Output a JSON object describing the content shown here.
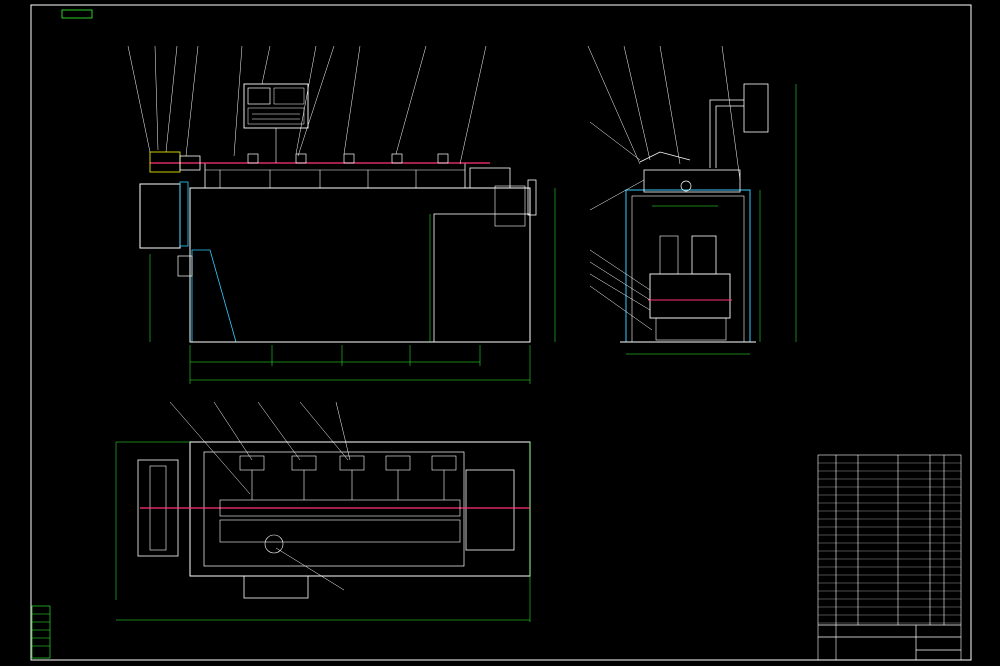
{
  "drawing": {
    "colors": {
      "background": "#000000",
      "outline": "#ffffff",
      "dimension": "#33ff33",
      "axis": "#ff3377",
      "guard": "#33ccff",
      "accent": "#ffff00"
    },
    "sheet_code": "",
    "title_block": {
      "title": "",
      "drawing_no": ""
    },
    "tech_notes": {
      "heading": "",
      "lines": [
        "",
        "",
        "",
        "",
        "",
        "",
        "",
        ""
      ]
    },
    "views": [
      "front-view",
      "side-view",
      "top-view"
    ]
  }
}
